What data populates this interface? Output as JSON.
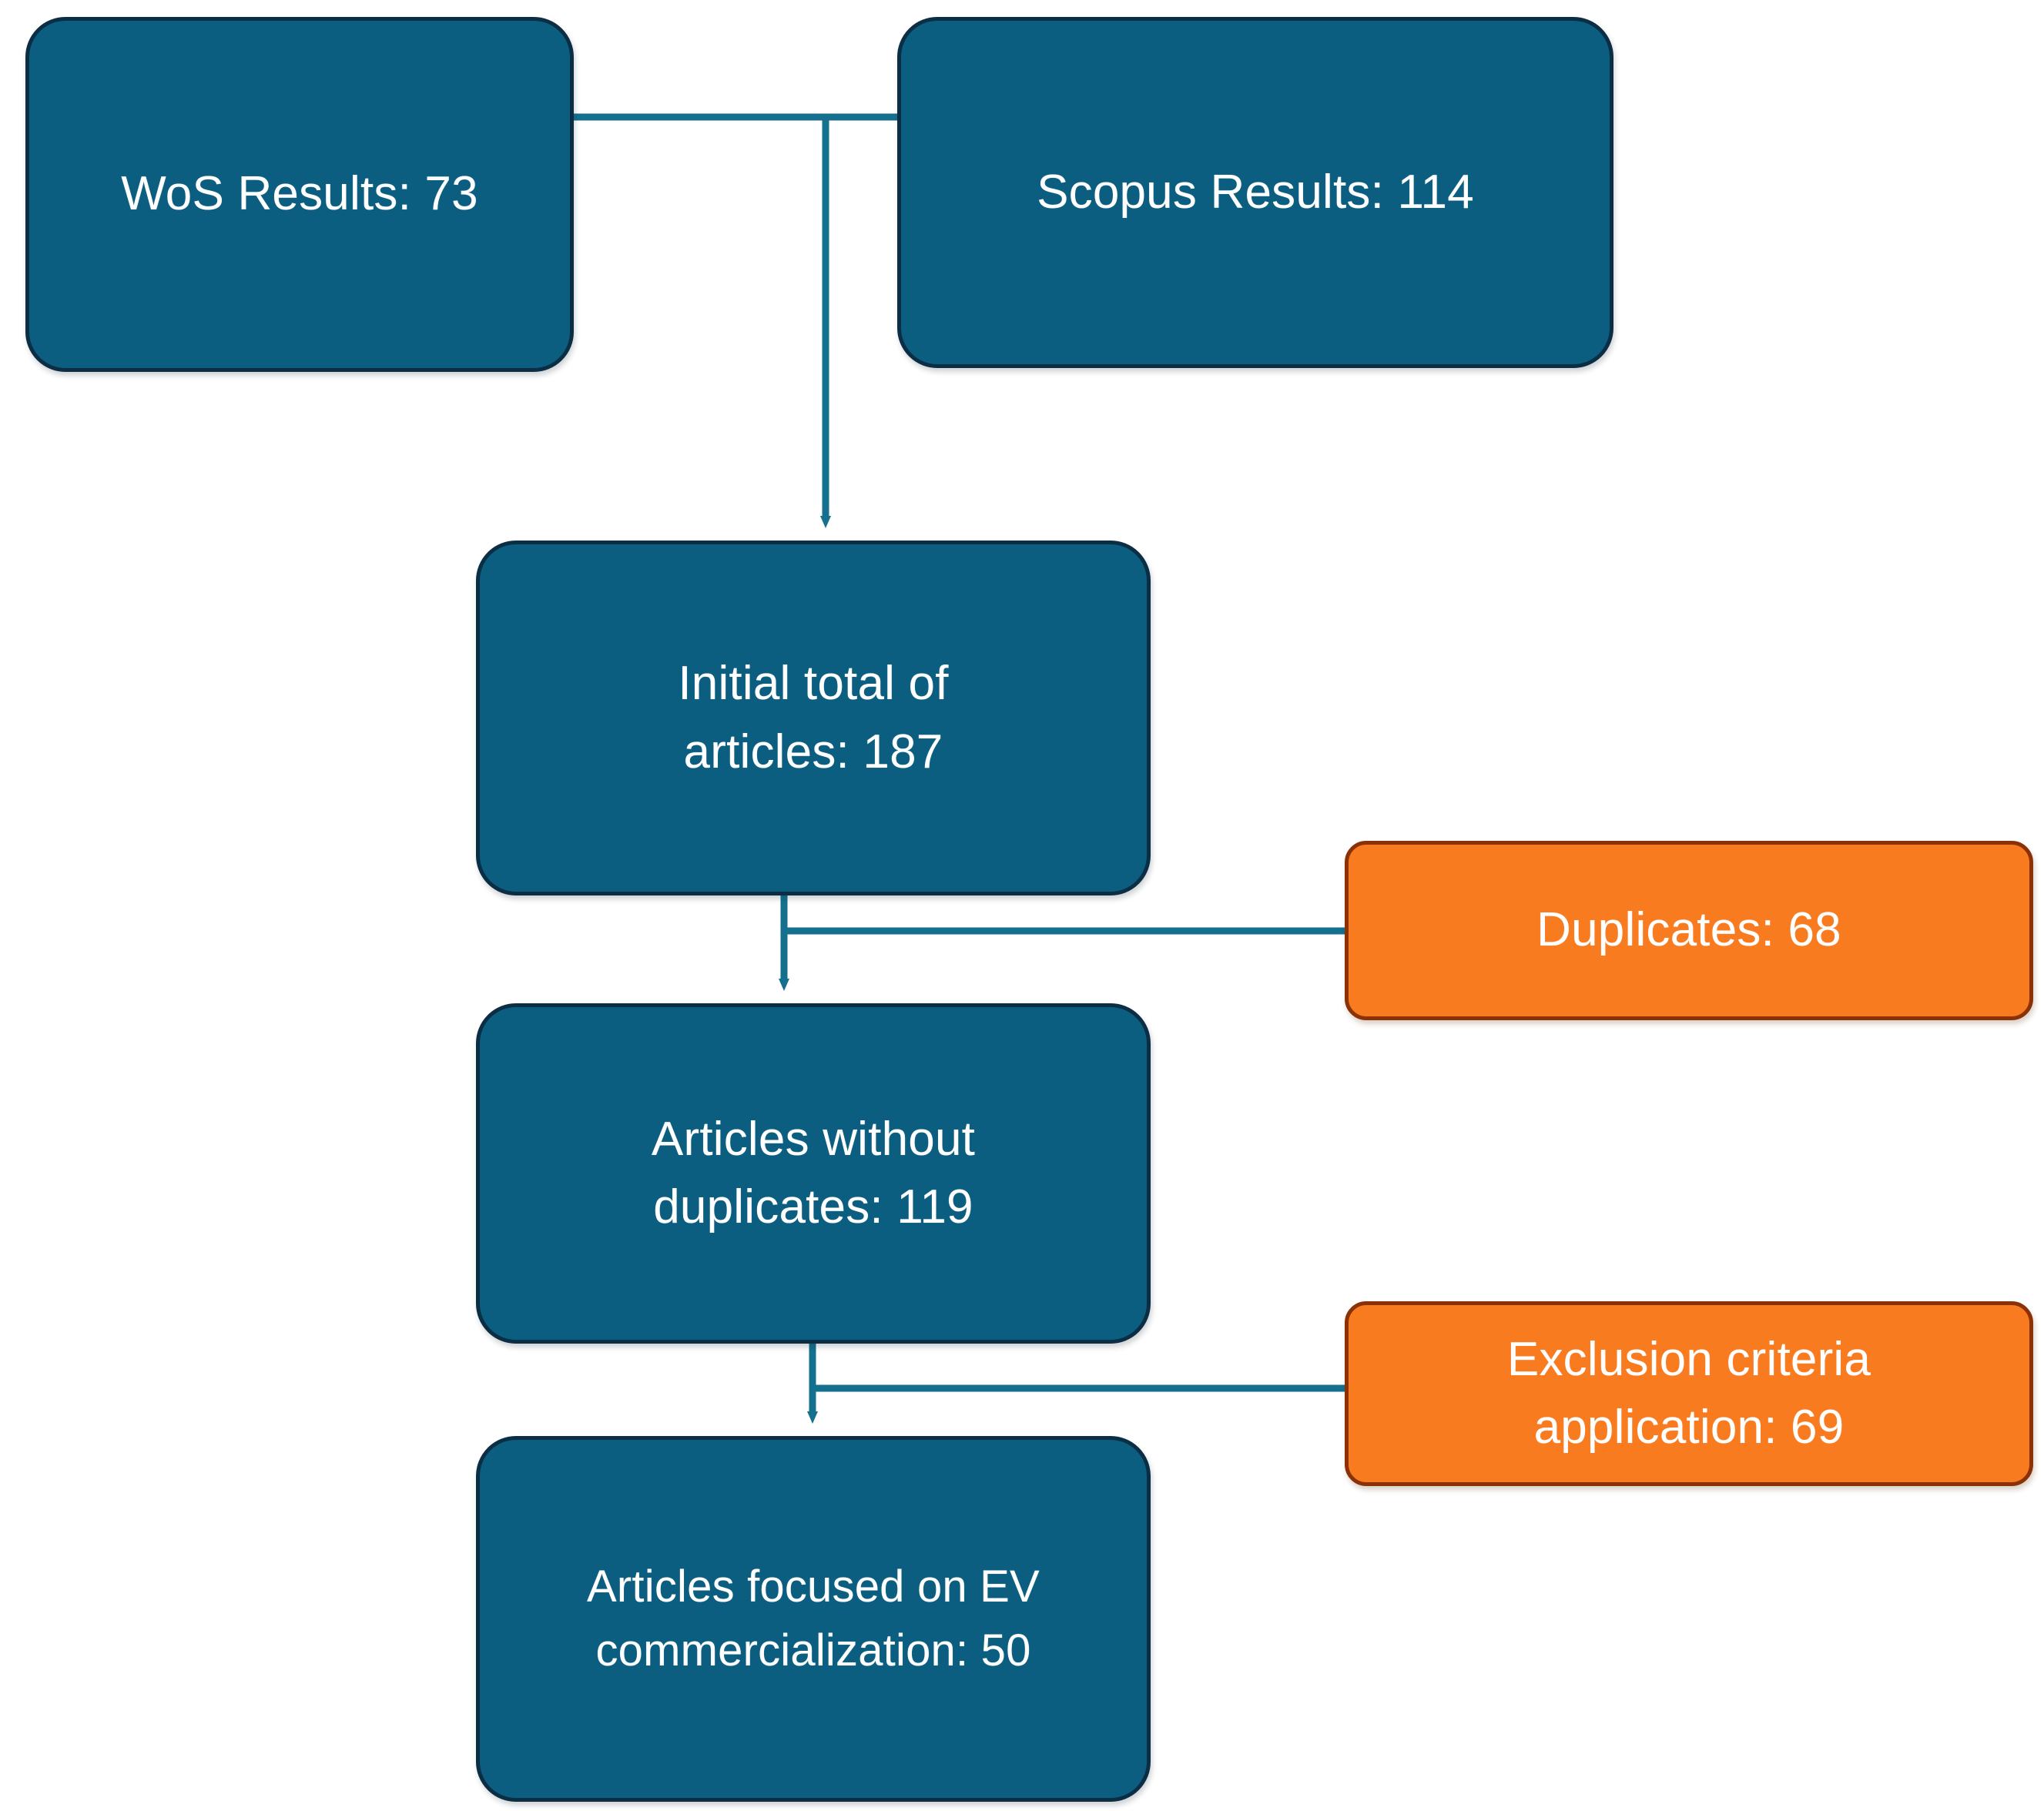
{
  "diagram": {
    "type": "flowchart",
    "title": "Article selection flow",
    "colors": {
      "box_blue_fill": "#0B5E80",
      "box_blue_border": "#0B2E45",
      "box_orange_fill": "#F97B20",
      "box_orange_border": "#8A3105",
      "connector": "#15708F",
      "text": "#FFFFFF",
      "background": "#FFFFFF"
    },
    "nodes": [
      {
        "id": "wos",
        "label": "WoS Results: 73",
        "kind": "source",
        "color": "blue",
        "value": 73
      },
      {
        "id": "scopus",
        "label": "Scopus Results: 114",
        "kind": "source",
        "color": "blue",
        "value": 114
      },
      {
        "id": "initial_total",
        "label": "Initial total of\narticles: 187",
        "kind": "stage",
        "color": "blue",
        "value": 187
      },
      {
        "id": "without_dupes",
        "label": "Articles without\nduplicates: 119",
        "kind": "stage",
        "color": "blue",
        "value": 119
      },
      {
        "id": "ev_focus",
        "label": "Articles focused on EV\ncommercialization:  50",
        "kind": "stage",
        "color": "blue",
        "value": 50
      },
      {
        "id": "duplicates",
        "label": "Duplicates: 68",
        "kind": "exclusion",
        "color": "orange",
        "value": 68
      },
      {
        "id": "exclusion",
        "label": "Exclusion criteria\napplication: 69",
        "kind": "exclusion",
        "color": "orange",
        "value": 69
      }
    ],
    "edges": [
      {
        "from": "wos",
        "to": "initial_total",
        "style": "elbow-merge",
        "arrow": true
      },
      {
        "from": "scopus",
        "to": "initial_total",
        "style": "elbow-merge",
        "arrow": true
      },
      {
        "from": "initial_total",
        "to": "without_dupes",
        "style": "straight",
        "arrow": true
      },
      {
        "from": "duplicates",
        "to": "initial_total_to_without_dupes",
        "style": "horizontal-tap",
        "arrow": false
      },
      {
        "from": "without_dupes",
        "to": "ev_focus",
        "style": "straight",
        "arrow": true
      },
      {
        "from": "exclusion",
        "to": "without_dupes_to_ev_focus",
        "style": "horizontal-tap",
        "arrow": false
      }
    ]
  },
  "nodes": {
    "wos": {
      "label": "WoS Results: 73"
    },
    "scopus": {
      "label": "Scopus Results: 114"
    },
    "initial_total": {
      "label": "Initial total of\narticles: 187"
    },
    "without_dupes": {
      "label": "Articles without\nduplicates: 119"
    },
    "ev_focus": {
      "label": "Articles focused on EV\ncommercialization:  50"
    },
    "duplicates": {
      "label": "Duplicates: 68"
    },
    "exclusion": {
      "label": "Exclusion criteria\napplication: 69"
    }
  }
}
